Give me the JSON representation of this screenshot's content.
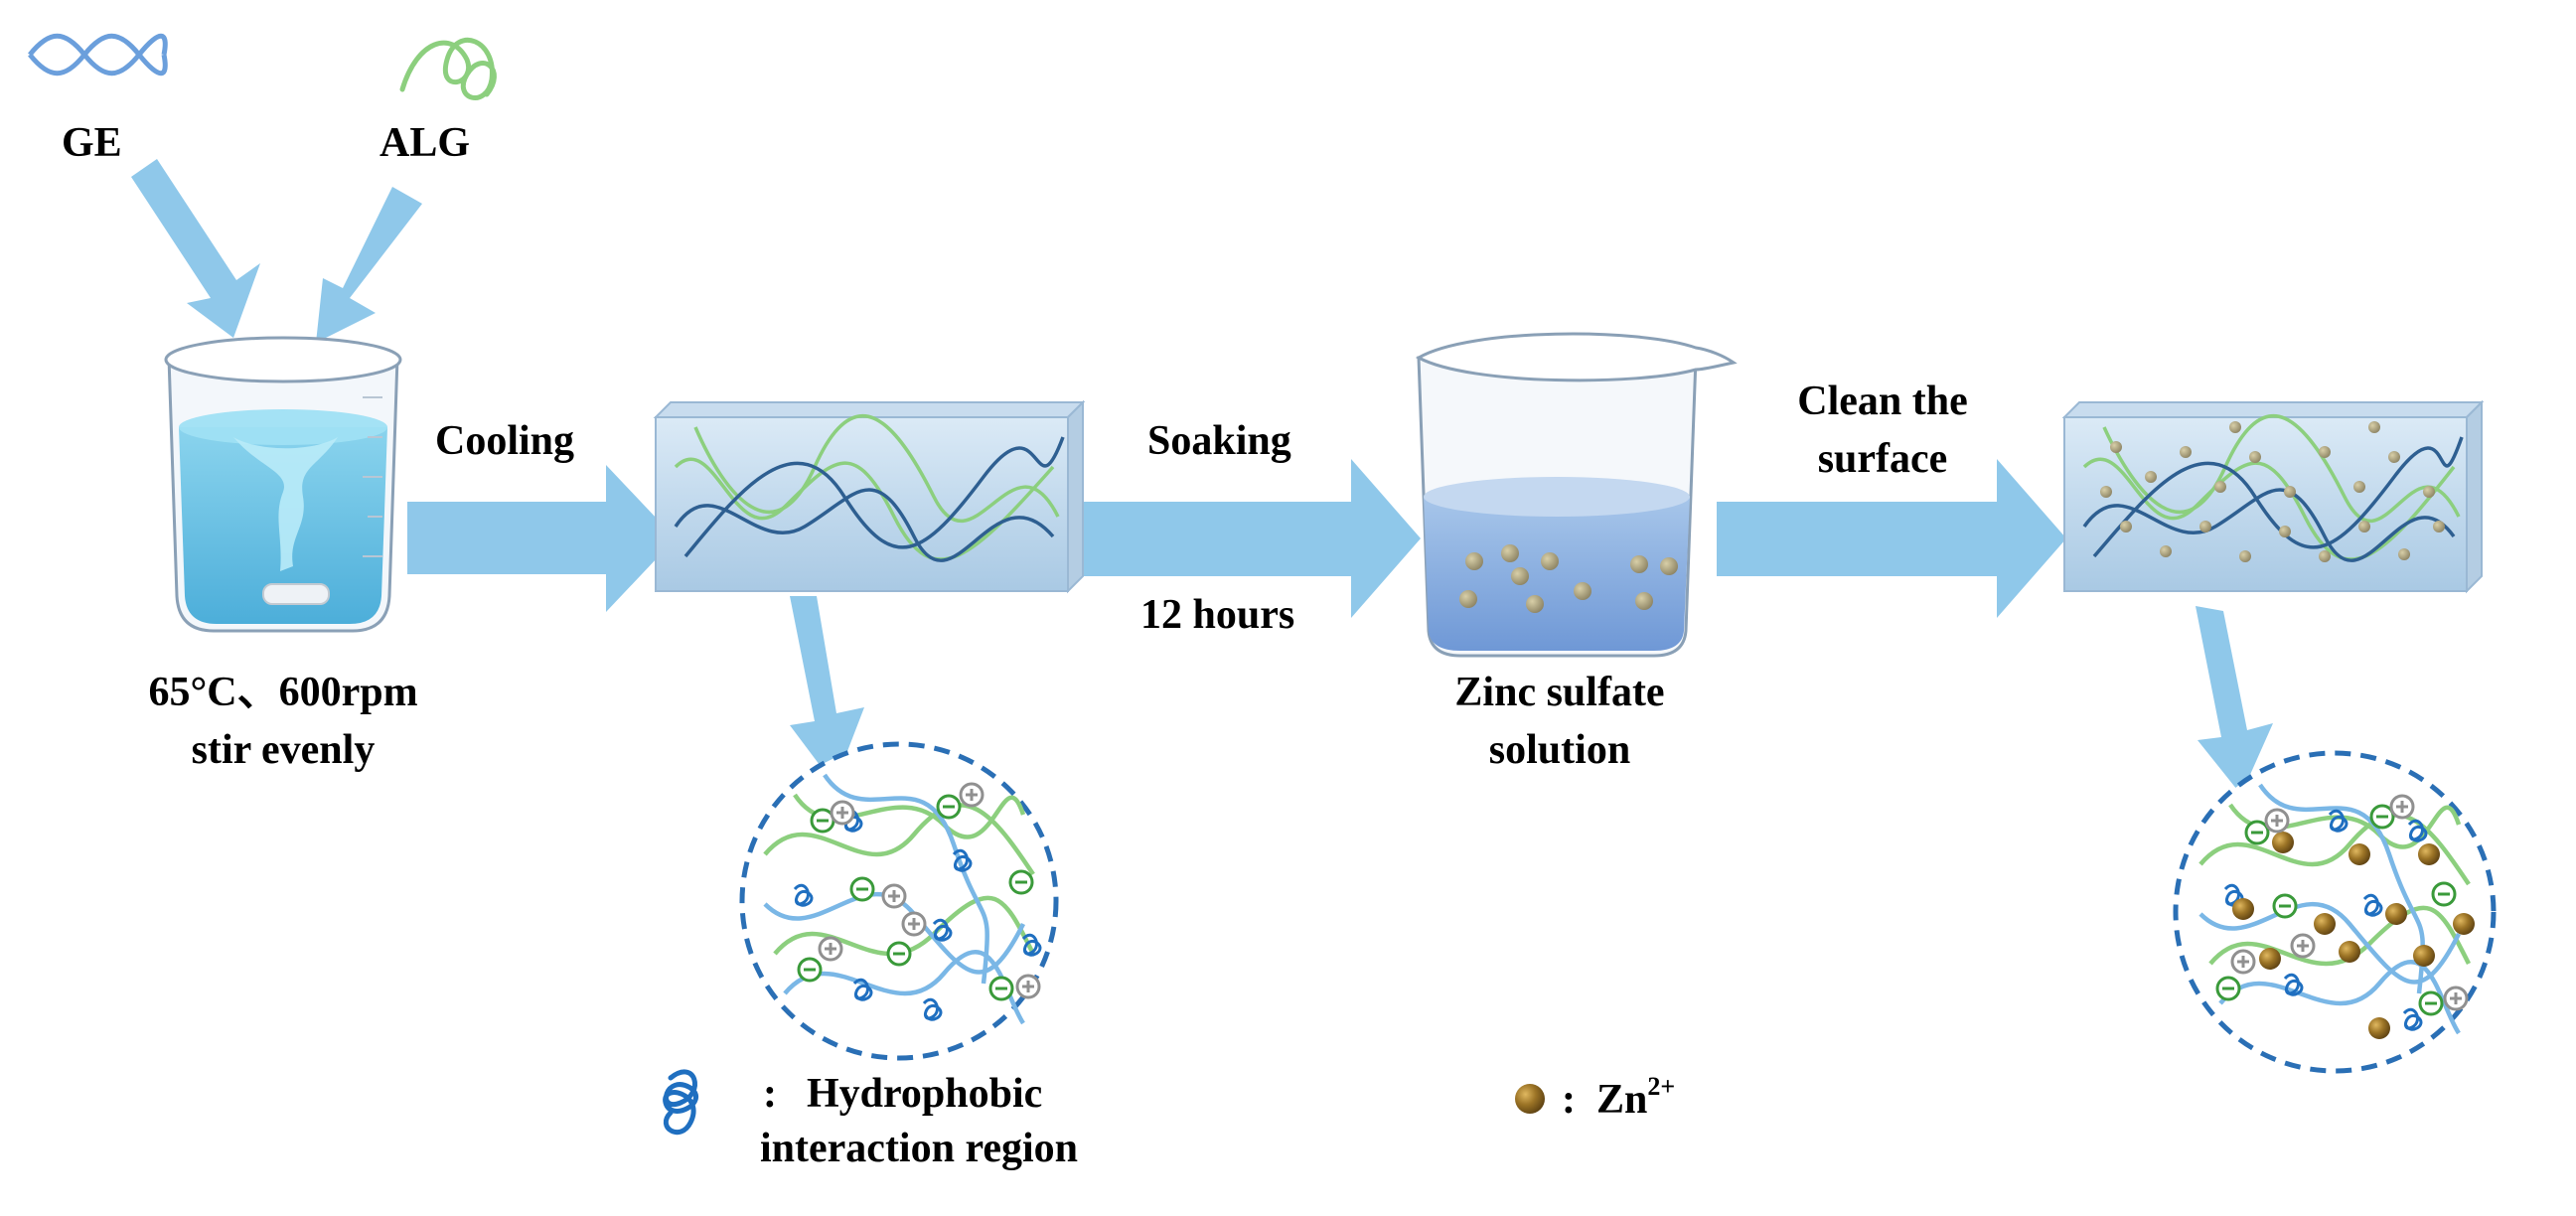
{
  "labels": {
    "ge": "GE",
    "alg": "ALG",
    "mix_line1": "65°C、600rpm",
    "mix_line2": "stir evenly",
    "cooling": "Cooling",
    "soaking": "Soaking",
    "hours": "12 hours",
    "zinc_line1": "Zinc sulfate",
    "zinc_line2": "solution",
    "clean_line1": "Clean the",
    "clean_line2": "surface"
  },
  "legend": {
    "separator": ":",
    "hydrophobic_line1": "Hydrophobic",
    "hydrophobic_line2": "interaction region",
    "zn_base": "Zn",
    "zn_charge": "2+"
  },
  "colors": {
    "arrow": "#8fc8ea",
    "ge_strand": "#6b9fdc",
    "alg_strand": "#8ccf7e",
    "network_blue": "#2e5f91",
    "network_green": "#8ccf7e",
    "zinc_ion": "#8a6420",
    "dashed_border": "#2a6fb5",
    "positive_charge": "#909090",
    "negative_charge": "#3a9a3a",
    "hydrophobic": "#1f6fc0"
  },
  "icons": [
    "ge-strand-icon",
    "alg-strand-icon",
    "beaker-icon",
    "hydrogel-block-icon",
    "zinc-beaker-icon",
    "zoom-circle-icon",
    "hydrophobic-region-icon",
    "zinc-ion-icon",
    "positive-charge-icon",
    "negative-charge-icon"
  ]
}
